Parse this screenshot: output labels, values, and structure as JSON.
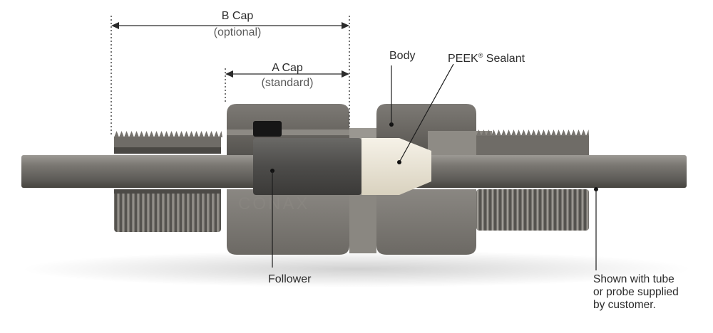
{
  "labels": {
    "b_cap": "B Cap",
    "b_cap_sub": "(optional)",
    "a_cap": "A Cap",
    "a_cap_sub": "(standard)",
    "body": "Body",
    "sealant_main": "PEEK",
    "sealant_mark": "®",
    "sealant_rest": " Sealant",
    "follower": "Follower",
    "customer_note": "Shown with tube\nor probe supplied\nby customer."
  },
  "watermark": "CONAX",
  "colors": {
    "metal_dark": "#5b5955",
    "metal_mid": "#7f7c77",
    "metal_light": "#b4b1ab",
    "sealant": "#ece6d6",
    "follower": "#4a4a4a",
    "text": "#2b2b2b"
  }
}
